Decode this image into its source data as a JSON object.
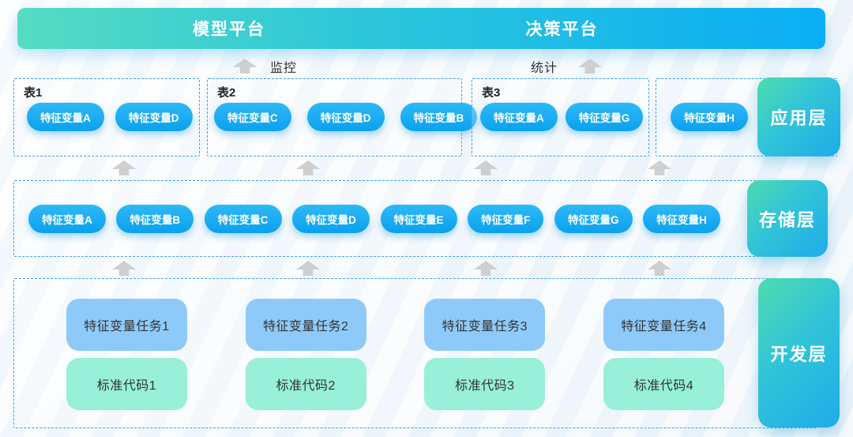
{
  "platform_bar": {
    "model_platform": "模型平台",
    "decision_platform": "决策平台"
  },
  "flow_labels": {
    "monitoring": "监控",
    "statistics": "统计"
  },
  "layers": {
    "application": {
      "label": "应用层",
      "tables": [
        {
          "title": "表1",
          "pills": [
            "特征变量A",
            "特征变量D"
          ]
        },
        {
          "title": "表2",
          "pills": [
            "特征变量C",
            "特征变量D",
            "特征变量B"
          ]
        },
        {
          "title": "表3",
          "pills": [
            "特征变量A",
            "特征变量G"
          ]
        },
        {
          "title": "",
          "pills": [
            "特征变量H"
          ]
        }
      ]
    },
    "storage": {
      "label": "存储层",
      "pills": [
        "特征变量A",
        "特征变量B",
        "特征变量C",
        "特征变量D",
        "特征变量E",
        "特征变量F",
        "特征变量G",
        "特征变量H"
      ]
    },
    "development": {
      "label": "开发层",
      "groups": [
        {
          "task": "特征变量任务1",
          "code": "标准代码1"
        },
        {
          "task": "特征变量任务2",
          "code": "标准代码2"
        },
        {
          "task": "特征变量任务3",
          "code": "标准代码3"
        },
        {
          "task": "特征变量任务4",
          "code": "标准代码4"
        }
      ]
    }
  },
  "colors": {
    "bar_gradient_start": "#55dcc2",
    "bar_gradient_end": "#0aaef5",
    "pill_blue": "#0ba1ee",
    "dashed_border_blue": "#3d9ff0",
    "task_card_blue": "#8ecaf9",
    "code_card_mint": "#97f0d7",
    "layer_label_gradient_start": "#4fdcae",
    "layer_label_gradient_end": "#1fabea",
    "arrow_gray": "#cfcfcf"
  }
}
